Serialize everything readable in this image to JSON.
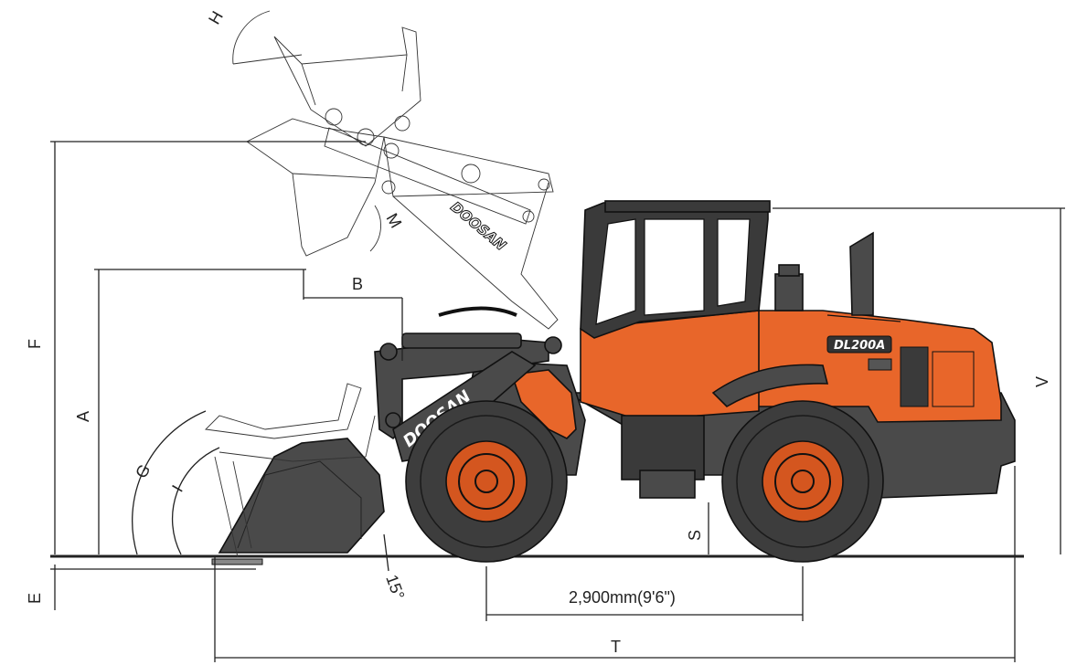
{
  "diagram": {
    "labels": {
      "A": "A",
      "B": "B",
      "E": "E",
      "F": "F",
      "G": "G",
      "H": "H",
      "I": "I",
      "M": "M",
      "S": "S",
      "T": "T",
      "V": "V"
    },
    "wheelbase_label": "2,900mm(9'6\")",
    "angle_label": "15°",
    "brand": "DOOSAN",
    "model": "DL200A",
    "colors": {
      "body": "#e8662a",
      "body_dark": "#c9501c",
      "frame": "#4a4a4a",
      "tire": "#3d3d3d",
      "cab_glass": "#ffffff",
      "hub": "#d4561f"
    }
  }
}
